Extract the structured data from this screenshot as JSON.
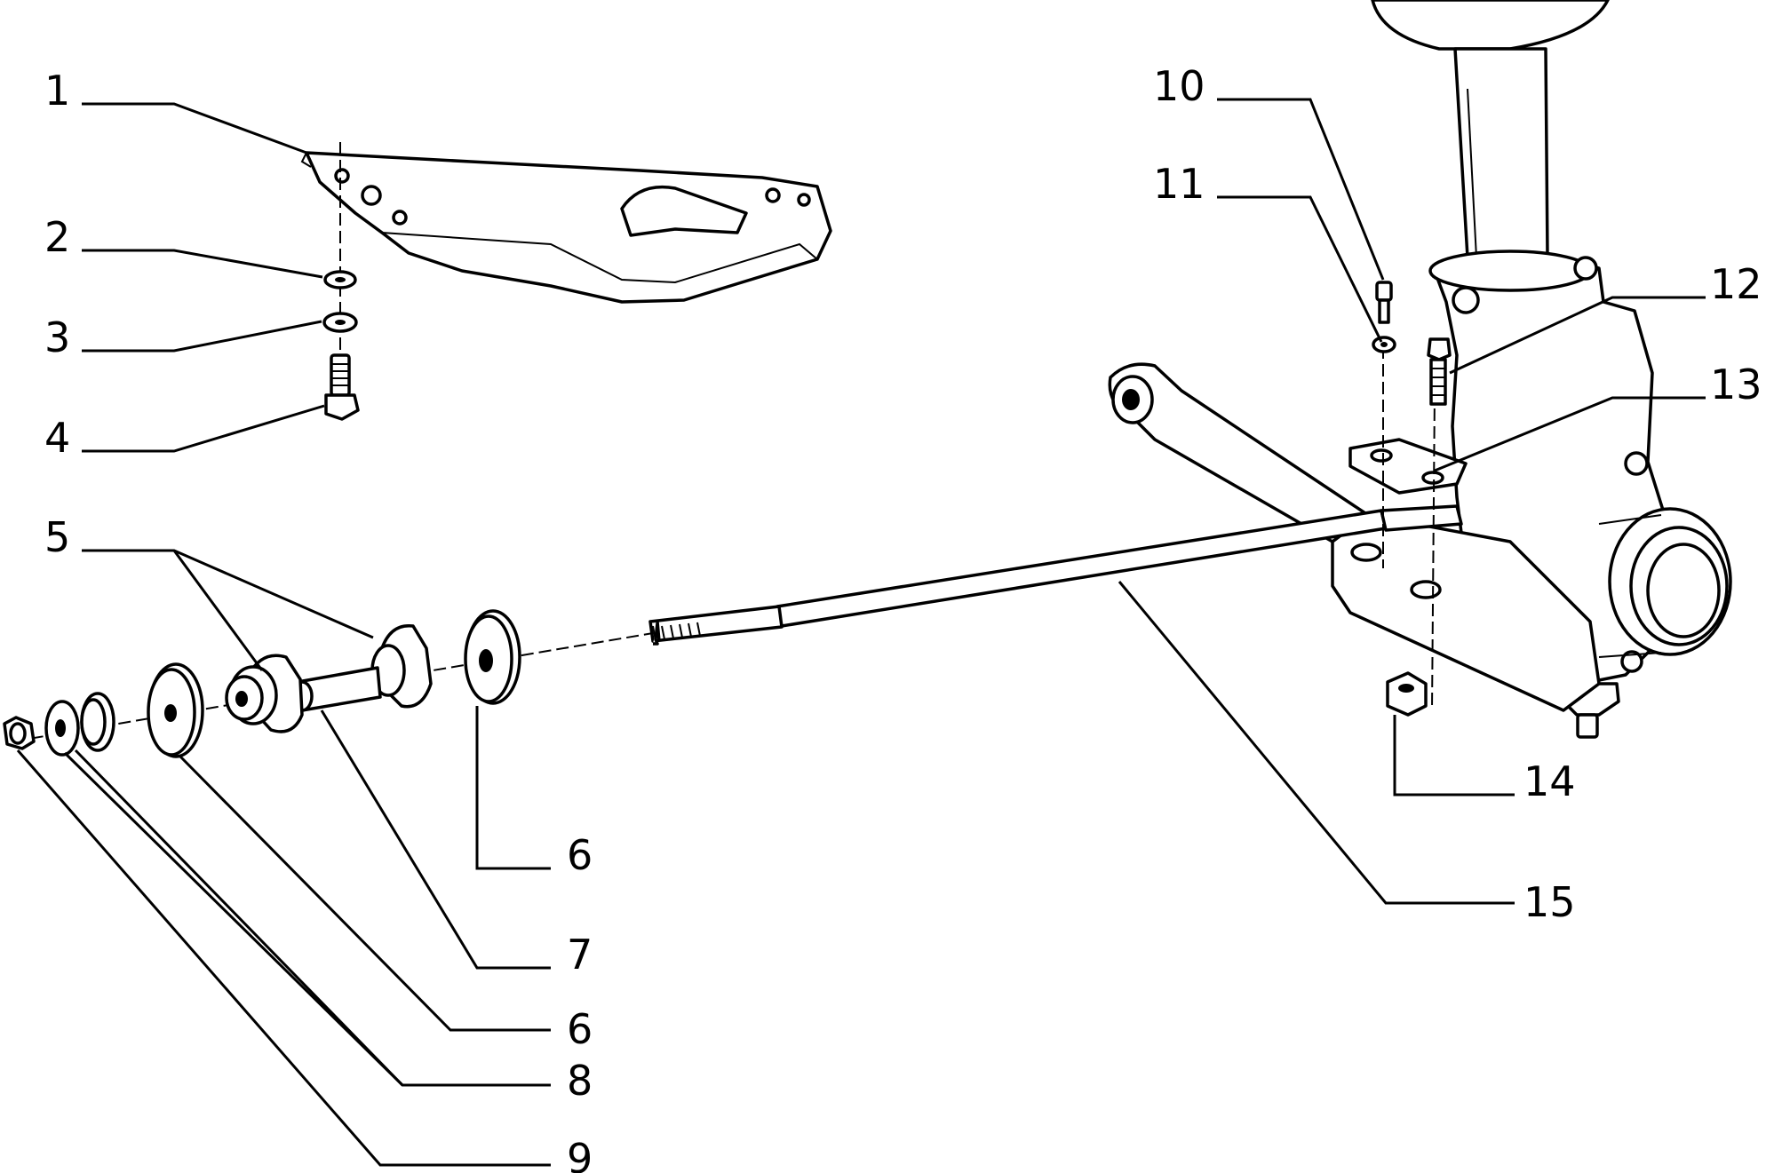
{
  "callouts": {
    "c1": "1",
    "c2": "2",
    "c3": "3",
    "c4": "4",
    "c5": "5",
    "c6a": "6",
    "c7": "7",
    "c6b": "6",
    "c8": "8",
    "c9": "9",
    "c10": "10",
    "c11": "11",
    "c12": "12",
    "c13": "13",
    "c14": "14",
    "c15": "15"
  },
  "colors": {
    "line": "#000000",
    "background": "#ffffff"
  }
}
